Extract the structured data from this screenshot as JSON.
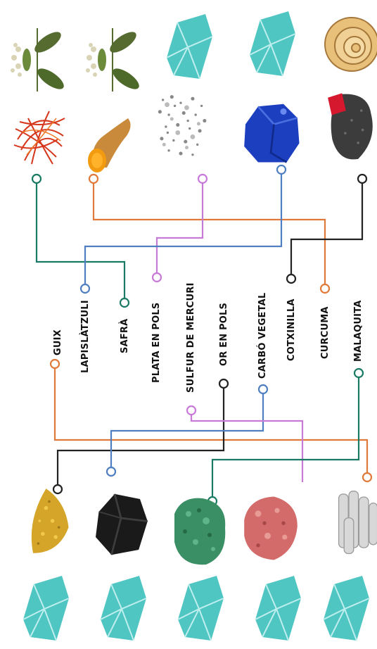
{
  "labels": {
    "guix": "GUIX",
    "lapislatzuli": "LAPISLÀTZULI",
    "safra": "SAFRÀ",
    "plata": "PLATA EN POLS",
    "sulfur": "SULFUR DE MERCURI",
    "or": "OR EN POLS",
    "carbo": "CARBÓ VEGETAL",
    "cotxinilla": "COTXINILLA",
    "curcuma": "CURCUMA",
    "malaquita": "MALAQUITA"
  },
  "colors": {
    "teal": "#1b7a63",
    "orange": "#e07a3a",
    "purple": "#c77ad6",
    "blue": "#4f7fc0",
    "black": "#222222",
    "crystal": "#4fc6c2",
    "crystal_light": "#bfeeee"
  },
  "icons": {
    "top_row": [
      "leaf-flower-icon",
      "leaf-flower-icon",
      "crystal-icon",
      "crystal-icon",
      "shell-icon"
    ],
    "second_row": [
      "saffron-icon",
      "turmeric-icon",
      "silver-powder-icon",
      "lapis-stone-icon",
      "cochineal-icon"
    ],
    "third_row": [
      "gold-powder-icon",
      "charcoal-icon",
      "malachite-icon",
      "cinnabar-icon",
      "gypsum-icon"
    ],
    "bottom_row": [
      "crystal-icon",
      "crystal-icon",
      "crystal-icon",
      "crystal-icon",
      "crystal-icon"
    ]
  }
}
